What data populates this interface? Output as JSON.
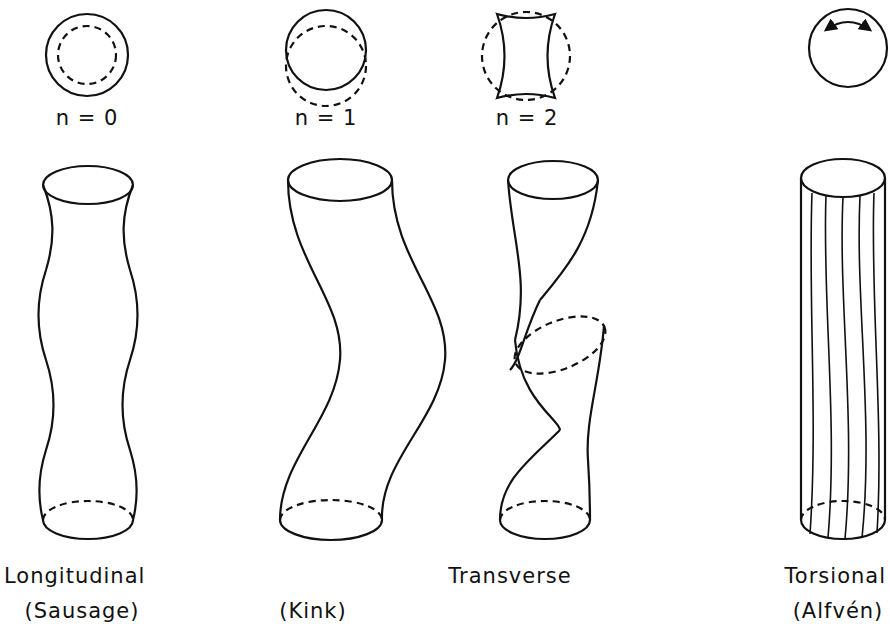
{
  "diagram": {
    "labels": [
      "n = 0",
      "n = 1",
      "n = 2",
      "Longitudinal",
      "(Sausage)",
      "Transverse",
      "(Kink)",
      "Torsional",
      "(Alfvén)"
    ]
  }
}
